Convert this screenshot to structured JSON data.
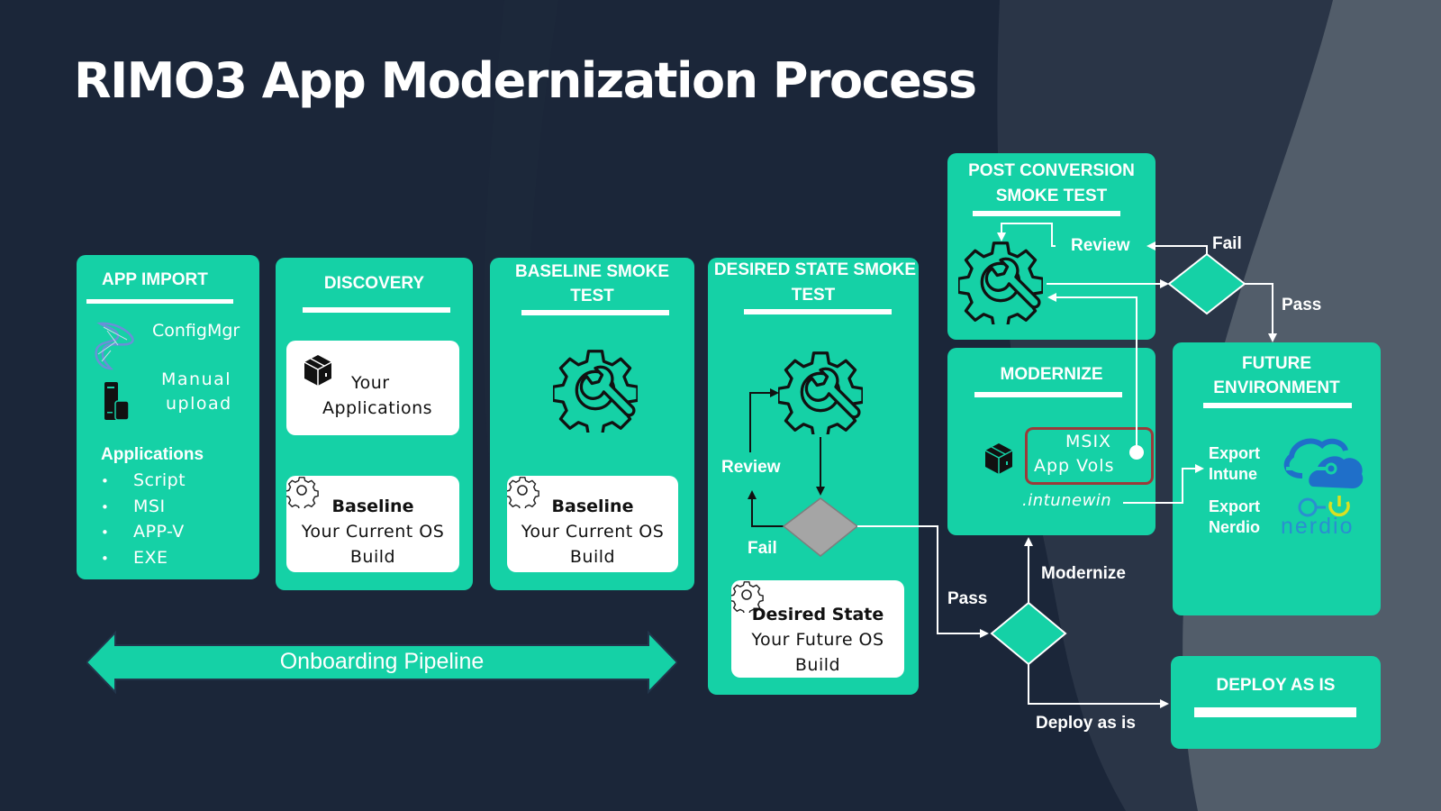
{
  "title": "RIMO3 App Modernization Process",
  "colors": {
    "background": "#1b2639",
    "accent": "#15d1a6",
    "white": "#ffffff",
    "decision_gray": "#a5a5a5",
    "msix_border": "#9b3a3a"
  },
  "app_import": {
    "title": "APP IMPORT",
    "sources": [
      {
        "icon": "configmgr-icon",
        "label": "ConfigMgr"
      },
      {
        "icon": "server-icon",
        "label_lines": [
          "Manual",
          "upload"
        ]
      }
    ],
    "applications_heading": "Applications",
    "applications": [
      "Script",
      "MSI",
      "APP-V",
      "EXE"
    ],
    "bullet": "•"
  },
  "discovery": {
    "title": "DISCOVERY",
    "box1": {
      "icon": "package-icon",
      "line1": "Your",
      "line2": "Applications"
    },
    "box2": {
      "icon": "gear-icon",
      "heading": "Baseline",
      "line1": "Your Current OS",
      "line2": "Build"
    }
  },
  "baseline_smoke": {
    "title_line1": "BASELINE SMOKE",
    "title_line2": "TEST",
    "icon": "gear-wrench-icon",
    "box": {
      "icon": "gear-icon",
      "heading": "Baseline",
      "line1": "Your Current OS",
      "line2": "Build"
    }
  },
  "desired_smoke": {
    "title_line1": "DESIRED STATE SMOKE",
    "title_line2": "TEST",
    "icon": "gear-wrench-icon",
    "review_label": "Review",
    "fail_label": "Fail",
    "box": {
      "icon": "gear-icon",
      "heading": "Desired State",
      "line1": "Your Future OS",
      "line2": "Build"
    }
  },
  "post_conversion": {
    "title_line1": "POST CONVERSION",
    "title_line2": "SMOKE TEST",
    "review_label": "Review",
    "icon": "gear-wrench-icon"
  },
  "modernize": {
    "title": "MODERNIZE",
    "icon": "package-icon",
    "formats_line1": "MSIX",
    "formats_line2": "App Vols",
    "intunewin": ".intunewin"
  },
  "future_env": {
    "title_line1": "FUTURE",
    "title_line2": "ENVIRONMENT",
    "exports": [
      {
        "line1": "Export",
        "line2": "Intune",
        "icon": "azure-cloud-icon"
      },
      {
        "line1": "Export",
        "line2": "Nerdio",
        "icon": "nerdio-logo",
        "logo_text": "nerdio"
      }
    ]
  },
  "deploy": {
    "title": "DEPLOY AS IS"
  },
  "flow_labels": {
    "fail_top": "Fail",
    "pass_top": "Pass",
    "pass_mid": "Pass",
    "modernize": "Modernize",
    "deploy_as_is": "Deploy as is"
  },
  "pipeline": {
    "label": "Onboarding Pipeline"
  }
}
